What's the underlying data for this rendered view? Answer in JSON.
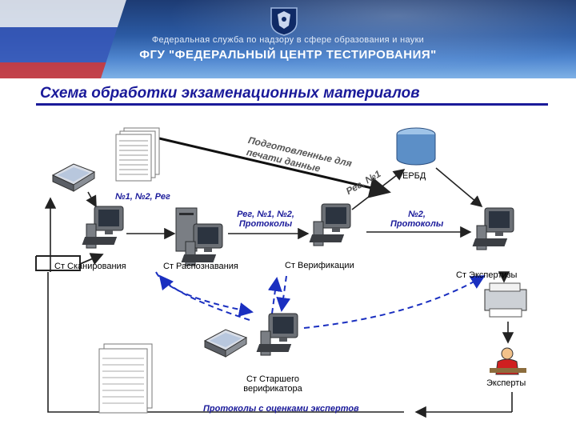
{
  "header": {
    "agency": "Федеральная служба по надзору в сфере образования и науки",
    "center": "ФГУ \"ФЕДЕРАЛЬНЫЙ ЦЕНТР ТЕСТИРОВАНИЯ\""
  },
  "title": "Схема обработки экзаменационных материалов",
  "labels": {
    "print_data_1": "Подготовленные для",
    "print_data_2": "печати данные",
    "reg_n1": "Рег, №1",
    "erbd": "ЕРБД",
    "n1_n2_reg": "№1, №2, Рег",
    "reg_n1_n2_protocols_1": "Рег, №1, №2,",
    "reg_n1_n2_protocols_2": "Протоколы",
    "n2_protocols_1": "№2,",
    "n2_protocols_2": "Протоколы",
    "st_scan": "Ст Сканирования",
    "st_recog": "Ст Распознавания",
    "st_verif": "Ст Верификации",
    "st_expert": "Ст Экспертизы",
    "st_senior_1": "Ст Старшего",
    "st_senior_2": "верификатора",
    "experts": "Эксперты",
    "protocols_experts": "Протоколы с оценками экспертов"
  },
  "colors": {
    "title": "#1a1a9a",
    "arrow_dark": "#222222",
    "arrow_blue_dashed": "#1a2fc0"
  }
}
